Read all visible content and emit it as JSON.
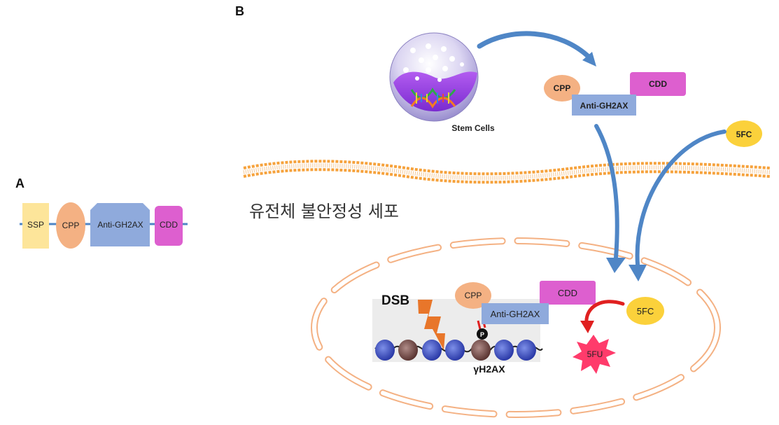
{
  "panels": {
    "a_label": "A",
    "b_label": "B"
  },
  "panel_a": {
    "segments": [
      "SSP",
      "CPP",
      "Anti-GH2AX",
      "CDD"
    ]
  },
  "panel_b": {
    "stem_cells_label": "Stem Cells",
    "top_construct": {
      "cpp": "CPP",
      "antibody": "Anti-GH2AX",
      "cdd": "CDD"
    },
    "prodrug_outside": "5FC",
    "membrane_caption": "유전체 불안정성 세포",
    "dsb_label": "DSB",
    "phospho_label": "P",
    "histone_label": "γH2AX",
    "nuclear_construct": {
      "cpp": "CPP",
      "antibody": "Anti-GH2AX",
      "cdd": "CDD"
    },
    "prodrug_inside": "5FC",
    "drug_product": "5FU"
  },
  "colors": {
    "ssp": "#fde59a",
    "cpp": "#f4b183",
    "antibody": "#8faadc",
    "cdd": "#dd5fcf",
    "prodrug": "#fbd13b",
    "drug": "#ff3b6b",
    "arrow": "#4f86c6",
    "membrane": "#f59a32",
    "nucleus": "#f4b183"
  }
}
